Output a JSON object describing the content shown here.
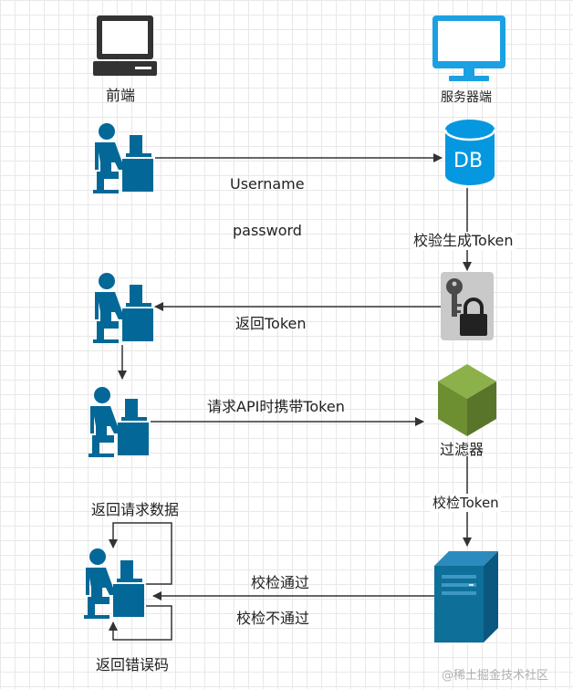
{
  "nodes": {
    "frontend": "前端",
    "server": "服务器端",
    "db": "DB",
    "filter": "过滤器"
  },
  "edges": {
    "username": "Username",
    "password": "password",
    "verify_generate": "校验生成Token",
    "return_token": "返回Token",
    "request_api": "请求API时携带Token",
    "verify_token": "校检Token",
    "verify_pass": "校检通过",
    "verify_fail": "校检不通过",
    "return_data": "返回请求数据",
    "return_error": "返回错误码"
  },
  "watermark": "@稀土掘金技术社区",
  "colors": {
    "user_blue": "#036897",
    "monitor_blue": "#1ba1e2",
    "monitor_dark": "#333333",
    "db_blue": "#0598e0",
    "filter_green": "#6d8f31",
    "server_blue": "#0e6f99",
    "arrow": "#333333"
  },
  "icons": [
    "desktop-computer-icon",
    "server-monitor-icon",
    "user-at-desk-icon",
    "database-icon",
    "key-lock-icon",
    "filter-cube-icon",
    "server-tower-icon"
  ]
}
